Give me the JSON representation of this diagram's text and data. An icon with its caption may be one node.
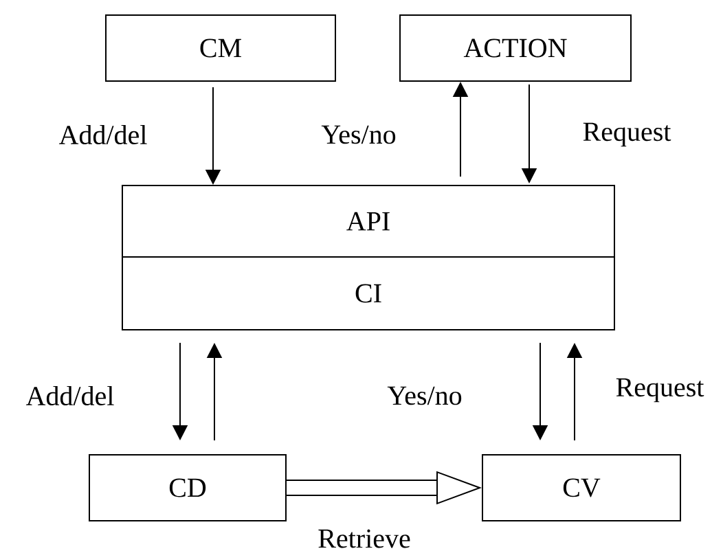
{
  "diagram": {
    "nodes": [
      {
        "text": [
          "CM"
        ]
      },
      {
        "text": [
          "ACTION"
        ]
      },
      {
        "text": [
          "API"
        ]
      },
      {
        "text": [
          "CI"
        ]
      },
      {
        "text": [
          "CD"
        ]
      },
      {
        "text": [
          "CV"
        ]
      }
    ],
    "edges": [
      {
        "from": 0,
        "to": 2,
        "arrow": "to",
        "label": "Add/del"
      },
      {
        "from": 2,
        "to": 1,
        "arrow": "to",
        "label": "Yes/no"
      },
      {
        "from": 1,
        "to": 2,
        "arrow": "to",
        "label": "Request"
      },
      {
        "from": 3,
        "to": 4,
        "arrow": "to",
        "label": "Add/del"
      },
      {
        "from": 4,
        "to": 3,
        "arrow": "to"
      },
      {
        "from": 3,
        "to": 5,
        "arrow": "to",
        "label": "Yes/no"
      },
      {
        "from": 5,
        "to": 3,
        "arrow": "to",
        "label": "Request"
      },
      {
        "from": 4,
        "to": 5,
        "arrow": "to",
        "label": "Retrieve",
        "style": "thick"
      }
    ]
  }
}
